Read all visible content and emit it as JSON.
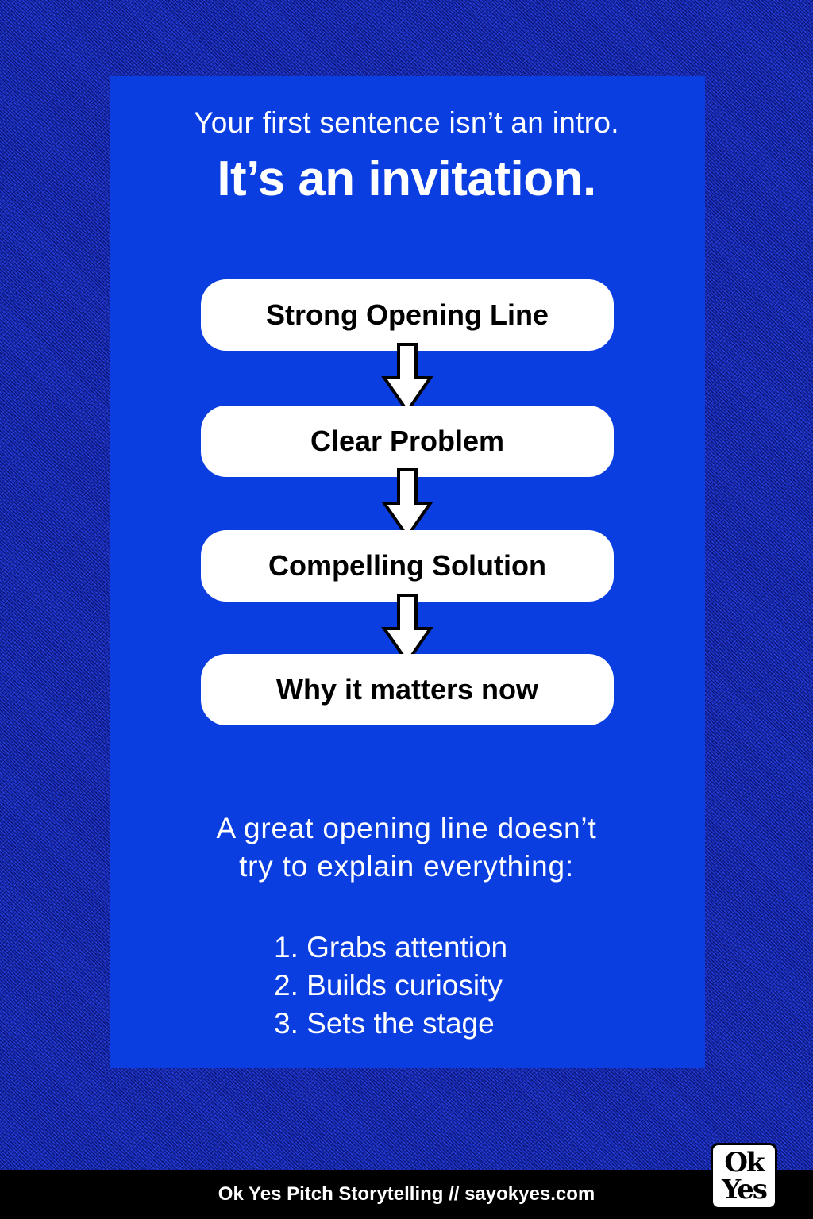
{
  "header": {
    "subhead": "Your first sentence isn’t an intro.",
    "headline": "It’s an invitation."
  },
  "flow": {
    "steps": [
      "Strong Opening Line",
      "Clear Problem",
      "Compelling Solution",
      "Why it matters now"
    ],
    "arrow_icon": "down-arrow-icon"
  },
  "body": {
    "line1": "A great opening line doesn’t",
    "line2": "try to explain everything:"
  },
  "list": {
    "items": [
      "1. Grabs attention",
      "2. Builds curiosity",
      "3. Sets the stage"
    ]
  },
  "footer": {
    "text": "Ok Yes Pitch Storytelling // sayokyes.com"
  },
  "logo": {
    "line1": "Ok",
    "line2": "Yes"
  },
  "colors": {
    "background": "#1a2fc4",
    "panel": "#0a3ee0",
    "pill": "#ffffff",
    "footer": "#000000"
  }
}
